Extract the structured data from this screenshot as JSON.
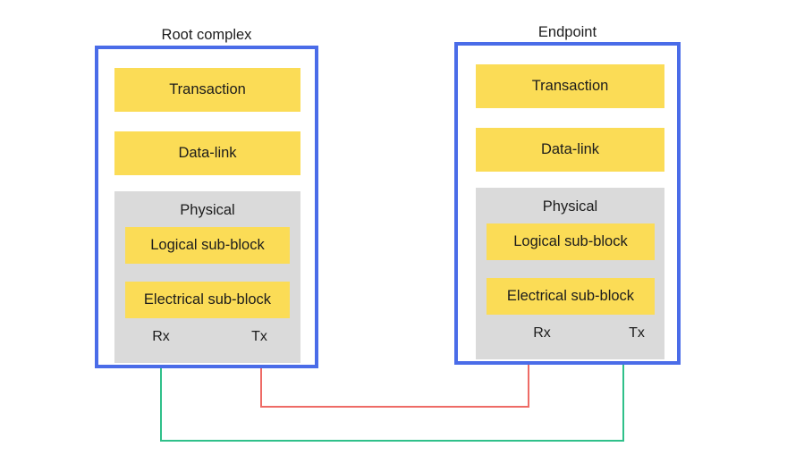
{
  "diagram": {
    "title_root": "Root complex",
    "title_endpoint": "Endpoint",
    "colors": {
      "panel_border": "#4A6CE8",
      "layer_fill": "#FBDC56",
      "physical_fill": "#DADADA",
      "tx_rx_red": "#EE6B66",
      "tx_rx_green": "#2FC08A",
      "background": "#FFFFFF",
      "text": "#1C1C1C"
    }
  },
  "root_complex": {
    "label": "Root complex",
    "layers": [
      {
        "name": "transaction",
        "label": "Transaction"
      },
      {
        "name": "data-link",
        "label": "Data-link"
      }
    ],
    "physical": {
      "label": "Physical",
      "sub_blocks": [
        {
          "name": "logical-sub-block",
          "label": "Logical sub-block"
        },
        {
          "name": "electrical-sub-block",
          "label": "Electrical sub-block"
        }
      ],
      "ports": [
        {
          "name": "rx",
          "label": "Rx",
          "direction": "in",
          "line_color": "#2FC08A"
        },
        {
          "name": "tx",
          "label": "Tx",
          "direction": "out",
          "line_color": "#EE6B66"
        }
      ]
    }
  },
  "endpoint": {
    "label": "Endpoint",
    "layers": [
      {
        "name": "transaction",
        "label": "Transaction"
      },
      {
        "name": "data-link",
        "label": "Data-link"
      }
    ],
    "physical": {
      "label": "Physical",
      "sub_blocks": [
        {
          "name": "logical-sub-block",
          "label": "Logical sub-block"
        },
        {
          "name": "electrical-sub-block",
          "label": "Electrical sub-block"
        }
      ],
      "ports": [
        {
          "name": "rx",
          "label": "Rx",
          "direction": "in",
          "line_color": "#EE6B66"
        },
        {
          "name": "tx",
          "label": "Tx",
          "direction": "out",
          "line_color": "#2FC08A"
        }
      ]
    }
  },
  "links": [
    {
      "name": "root-tx-to-endpoint-rx",
      "color": "#EE6B66",
      "from": "root_complex.tx",
      "to": "endpoint.rx"
    },
    {
      "name": "endpoint-tx-to-root-rx",
      "color": "#2FC08A",
      "from": "endpoint.tx",
      "to": "root_complex.rx"
    }
  ]
}
